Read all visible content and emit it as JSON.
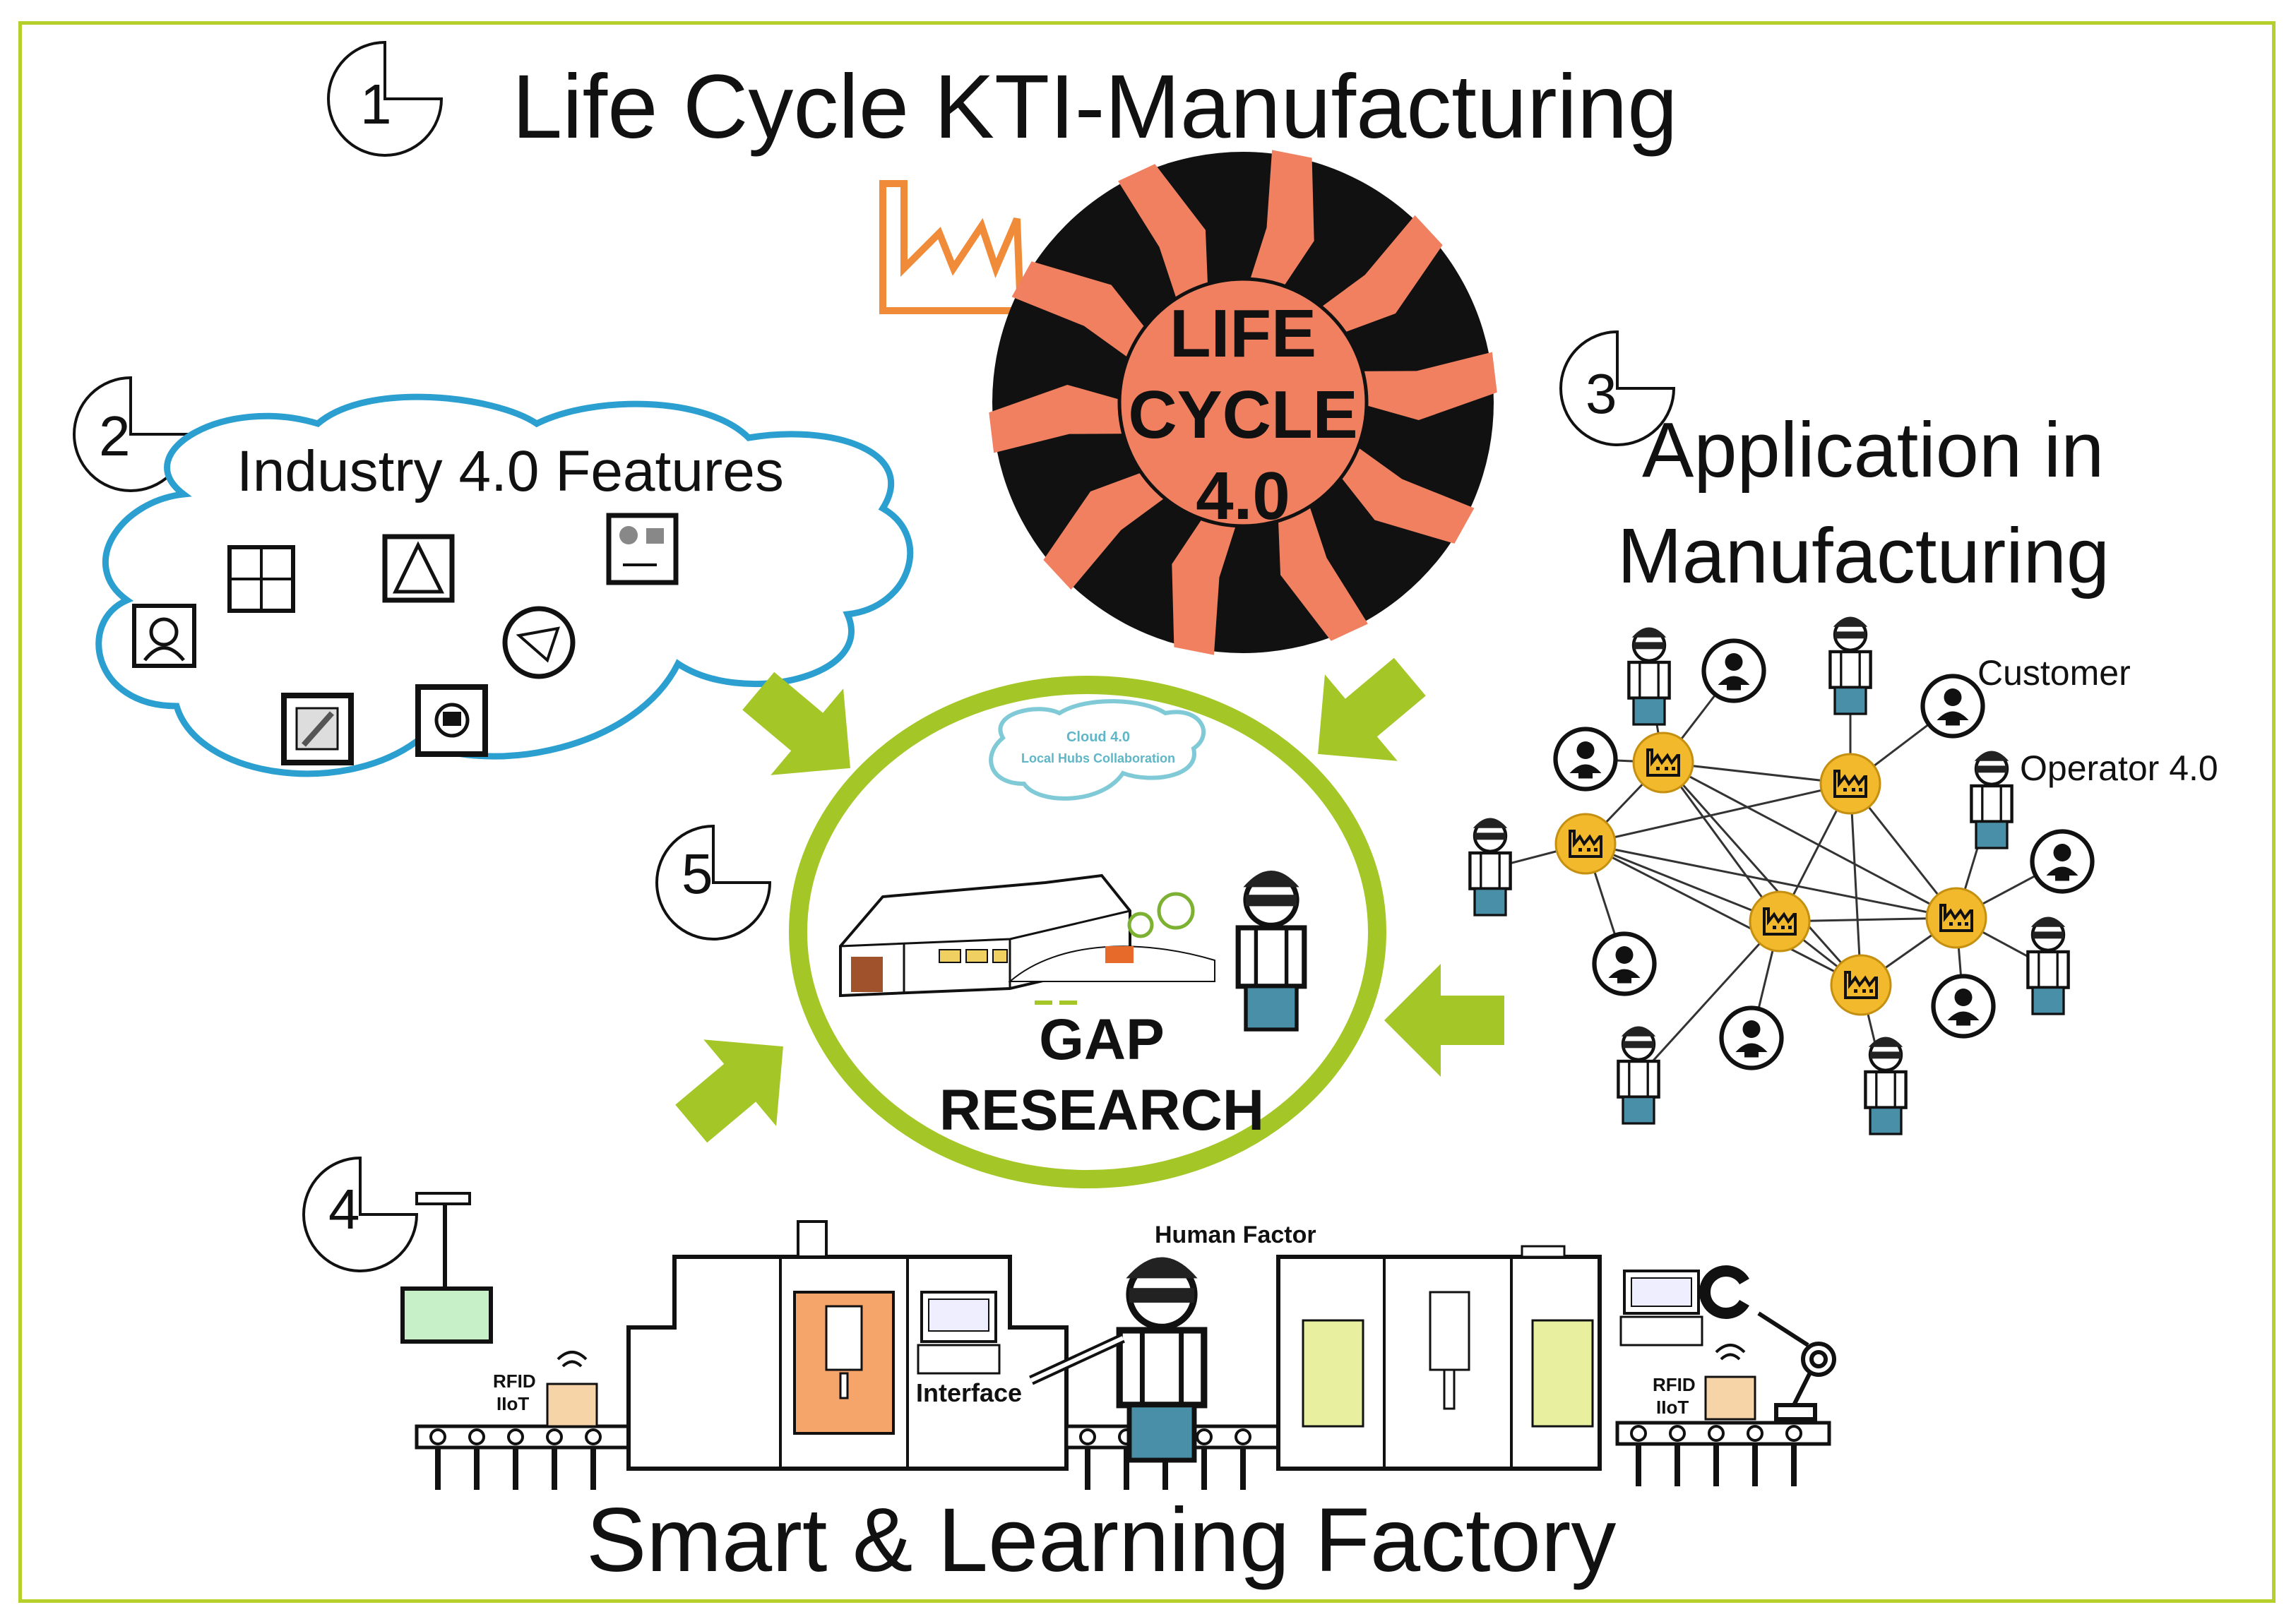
{
  "title": "Life Cycle KTI-Manufacturing",
  "sections": {
    "s1": "1",
    "s2": "2",
    "s3": "3",
    "s4": "4",
    "s5": "5"
  },
  "life_cycle": {
    "line1": "LIFE",
    "line2": "CYCLE",
    "line3": "4.0"
  },
  "industry": {
    "label": "Industry 4.0 Features"
  },
  "application": {
    "line1": "Application in",
    "line2": "Manufacturing",
    "customer": "Customer",
    "operator": "Operator 4.0"
  },
  "gap": {
    "line1": "GAP",
    "line2": "RESEARCH",
    "cloud_line1": "Cloud 4.0",
    "cloud_line2": "Local Hubs Collaboration"
  },
  "factory": {
    "title": "Smart & Learning Factory",
    "human_factor": "Human Factor",
    "interface": "Interface",
    "rfid_left_1": "RFID",
    "rfid_left_2": "IIoT",
    "rfid_right_1": "RFID",
    "rfid_right_2": "IIoT"
  },
  "colors": {
    "frame": "#b7cf2a",
    "arrow_green": "#a4c626",
    "wheel_orange": "#f08060",
    "cloud_blue": "#2a9fd0",
    "node_yellow": "#f2b92c"
  }
}
